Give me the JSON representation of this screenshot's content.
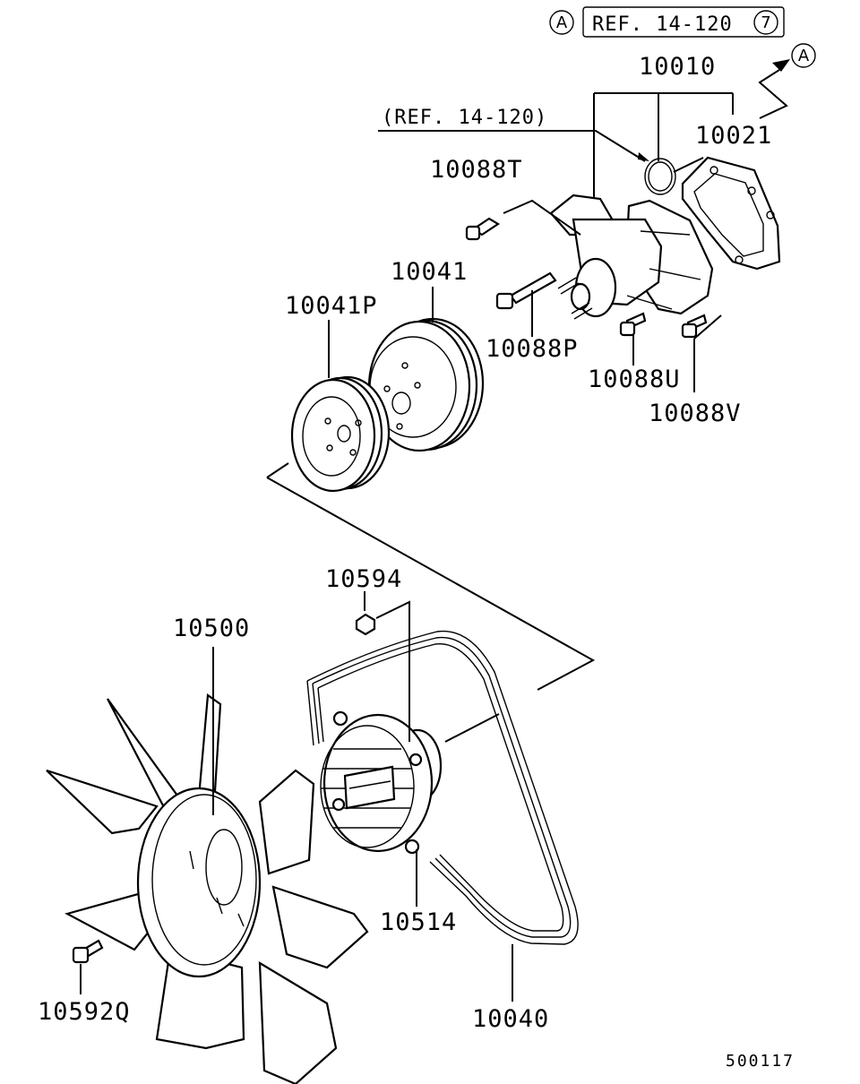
{
  "header": {
    "circle_a": "A",
    "ref_box": "REF. 14-120",
    "circle_7": "7",
    "arrow_target": "A"
  },
  "callouts": {
    "ref_sub": "(REF. 14-120)",
    "p10010": "10010",
    "p10021": "10021",
    "p10088T": "10088T",
    "p10041": "10041",
    "p10041P": "10041P",
    "p10088P": "10088P",
    "p10088U": "10088U",
    "p10088V": "10088V",
    "p10594": "10594",
    "p10500": "10500",
    "p10514": "10514",
    "p10592Q": "10592Q",
    "p10040": "10040"
  },
  "footer": {
    "diagram_code": "500117"
  }
}
